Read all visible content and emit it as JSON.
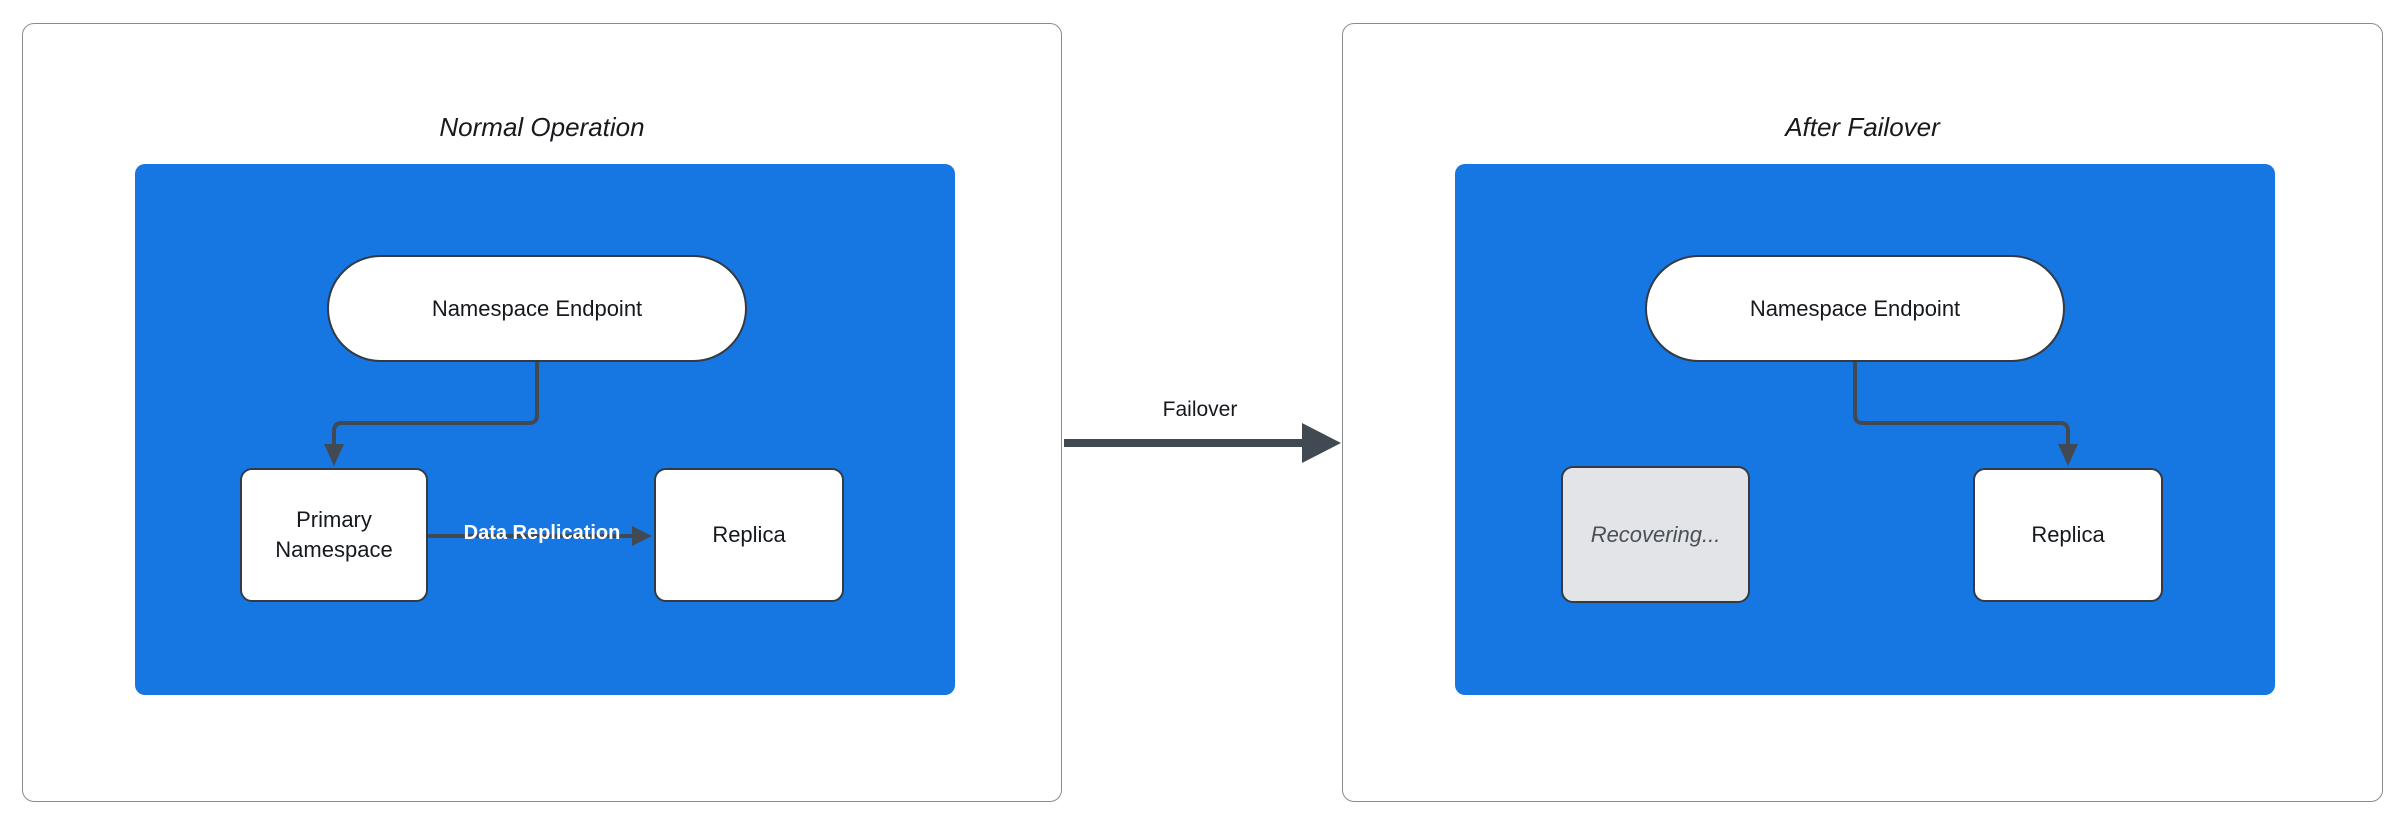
{
  "colors": {
    "accent-blue": "#1676e2",
    "edge-dark": "#414a53",
    "node-border": "#333a42",
    "recovering-fill": "#e2e4e8",
    "recovering-text": "#4a5057",
    "panel-border": "#8b8b8b"
  },
  "left_panel": {
    "title": "Normal Operation",
    "endpoint_label": "Namespace Endpoint",
    "primary_label": "Primary Namespace",
    "replica_label": "Replica",
    "replication_edge_label": "Data Replication"
  },
  "failover_edge_label": "Failover",
  "right_panel": {
    "title": "After Failover",
    "endpoint_label": "Namespace Endpoint",
    "recovering_label": "Recovering...",
    "replica_label": "Replica"
  }
}
